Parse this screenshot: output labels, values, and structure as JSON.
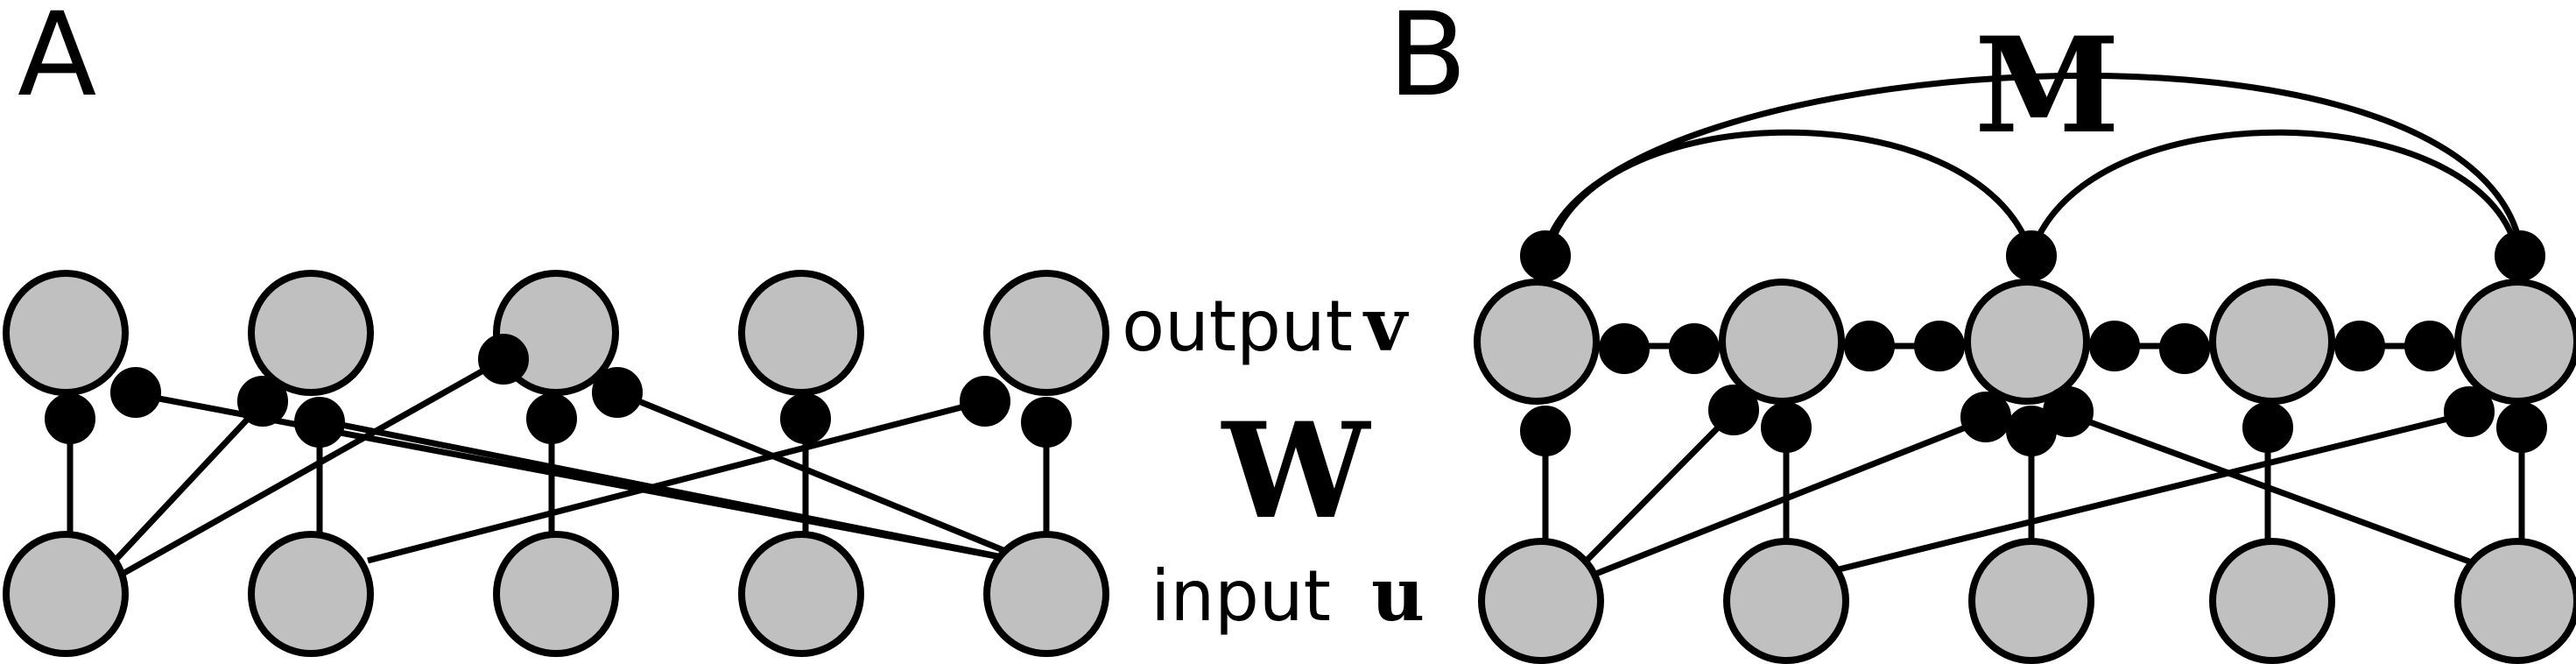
{
  "panels": {
    "a": {
      "label": "A"
    },
    "b": {
      "label": "B"
    }
  },
  "labels": {
    "output_word": "output",
    "output_symbol": "v",
    "weights_symbol": "W",
    "input_word": "input",
    "input_symbol": "u",
    "recurrent_symbol": "M"
  },
  "colors": {
    "neuron_fill": "#c0c0c0",
    "ink": "#000000"
  }
}
